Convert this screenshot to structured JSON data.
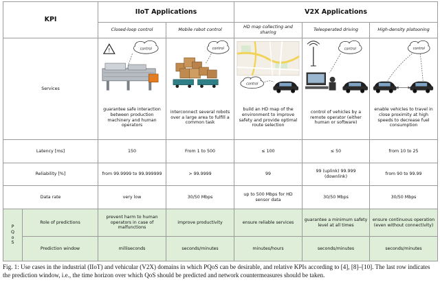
{
  "table": {
    "kpi_header": "KPI",
    "groups": [
      "IIoT Applications",
      "V2X Applications"
    ],
    "use_cases": [
      "Closed-loop control",
      "Mobile robot control",
      "HD map collecting and sharing",
      "Teleoperated driving",
      "High-density platooning"
    ],
    "rows": {
      "services": {
        "label": "Services",
        "values": [
          "guarantee safe interaction between production machinery and human operators",
          "interconnect several robots over a large area to fulfill a common task",
          "build an HD map of the environment to improve safety and provide optimal route selection",
          "control of vehicles by a remote operator (either human or software)",
          "enable vehicles to travel in close proximity at high speeds to decrease fuel consumption"
        ],
        "image_labels": [
          "control",
          "control",
          "control",
          "control",
          "control"
        ]
      },
      "latency": {
        "label": "Latency [ms]",
        "values": [
          "150",
          "From 1 to 500",
          "≤ 100",
          "≤ 50",
          "from 10 to 25"
        ]
      },
      "reliability": {
        "label": "Reliability [%]",
        "values": [
          "from 99.9999 to 99.999999",
          "> 99.9999",
          "99",
          "99 (uplink) 99.999 (downlink)",
          "from 90 to 99.99"
        ]
      },
      "data_rate": {
        "label": "Data rate",
        "values": [
          "very low",
          "30/50 Mbps",
          "up to 500 Mbps for HD sensor data",
          "30/50 Mbps",
          "30/50 Mbps"
        ]
      }
    },
    "pqos": {
      "group_letters": [
        "P",
        "Q",
        "o",
        "S"
      ],
      "role": {
        "label": "Role of predictions",
        "values": [
          "prevent harm to human operators in case of malfunctions",
          "improve productivity",
          "ensure reliable services",
          "guarantee a minimum safety level at all times",
          "ensure continuous operation (even without connectivity)"
        ]
      },
      "window": {
        "label": "Prediction window",
        "values": [
          "milliseconds",
          "seconds/minutes",
          "minutes/hours",
          "seconds/minutes",
          "seconds/minutes"
        ]
      }
    }
  },
  "caption": "Fig. 1: Use cases in the industrial (IIoT) and vehicular (V2X) domains in which PQoS can be desirable, and relative KPIs according to [4], [8]–[10]. The last row indicates the prediction window, i.e., the time horizon over which QoS should be predicted and network countermeasures should be taken.",
  "colors": {
    "pqos_fill": "#dfeed9",
    "border": "#9a9a9a",
    "robot_teal": "#2f7f86",
    "box_brown": "#c08a4e",
    "map_road": "#f2d35a"
  }
}
